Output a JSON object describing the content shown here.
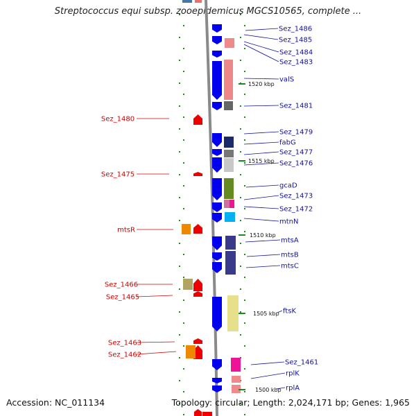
{
  "title": "Streptococcus equi subsp. zooepidemicus MGCS10565, complete ...",
  "accession": "Accession: NC_011134",
  "summary": "Topology: circular; Length: 2,024,171 bp; Genes: 1,965",
  "colors": {
    "backbone": "#8a8a8a",
    "left_label": "#d00000",
    "right_label": "#1010a0",
    "forward_arrow": "#0000ee",
    "reverse_arrow": "#ee0000",
    "tick_dot": "#1a8a1a"
  },
  "scale_ticks": [
    "1520 kbp",
    "1515 kbp",
    "1510 kbp",
    "1505 kbp",
    "1500 kbp"
  ],
  "left_genes": [
    "Sez_1480",
    "Sez_1475",
    "mtsR",
    "Sez_1466",
    "Sez_1465",
    "Sez_1463",
    "Sez_1462"
  ],
  "right_genes": [
    "Sez_1486",
    "Sez_1485",
    "Sez_1484",
    "Sez_1483",
    "valS",
    "Sez_1481",
    "Sez_1479",
    "fabG",
    "Sez_1477",
    "Sez_1476",
    "gcaD",
    "Sez_1473",
    "Sez_1472",
    "mtnN",
    "mtsA",
    "mtsB",
    "mtsC",
    "ftsK",
    "Sez_1461",
    "rplK",
    "rplA"
  ]
}
